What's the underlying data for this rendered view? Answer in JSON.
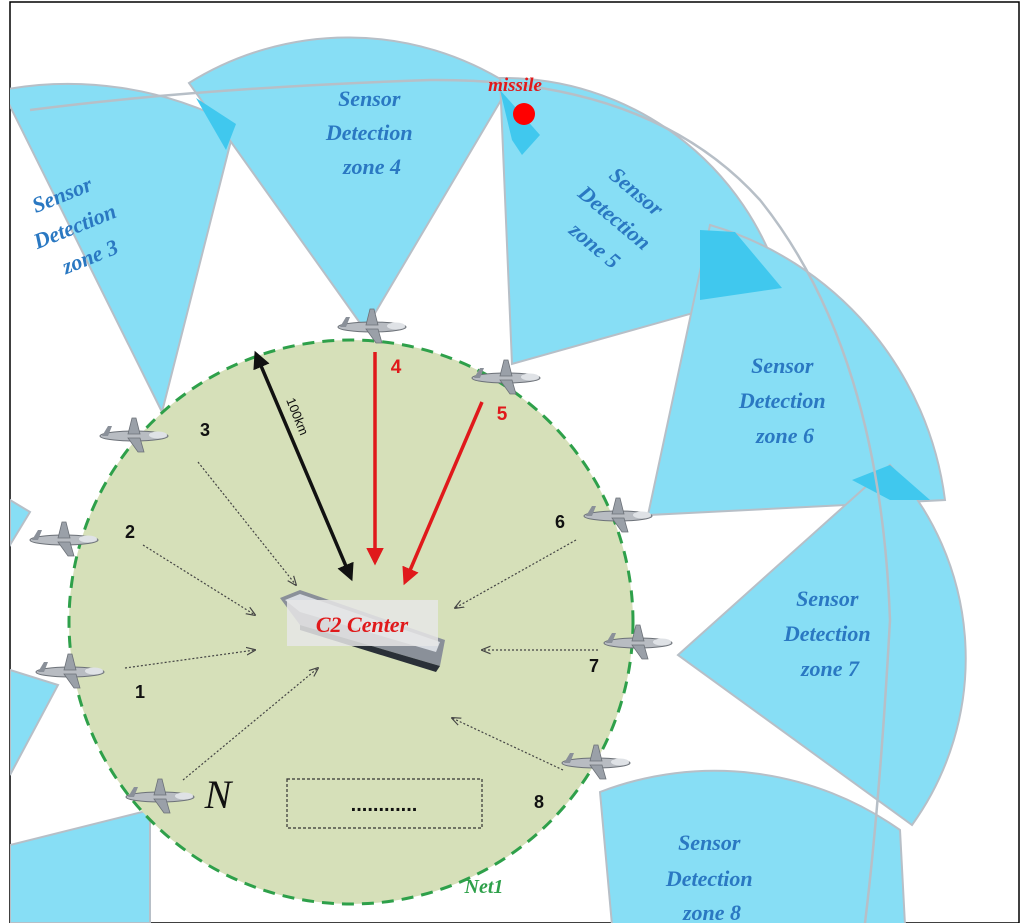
{
  "zones": [
    {
      "lines": [
        "Sensor",
        "Detection",
        "zone 3"
      ]
    },
    {
      "lines": [
        "Sensor",
        "Detection",
        "zone 4"
      ]
    },
    {
      "lines": [
        "Sensor",
        "Detection",
        "zone 5"
      ]
    },
    {
      "lines": [
        "Sensor",
        "Detection",
        "zone 6"
      ]
    },
    {
      "lines": [
        "Sensor",
        "Detection",
        "zone 7"
      ]
    },
    {
      "lines": [
        "Sensor",
        "Detection",
        "zone 8"
      ]
    }
  ],
  "nodes": [
    "1",
    "2",
    "3",
    "4",
    "5",
    "6",
    "7",
    "8",
    "N"
  ],
  "center_label": "C2 Center",
  "missile_label": "missile",
  "range_label": "100km",
  "network_label": "Net1",
  "ellipsis_box": "............",
  "colors": {
    "zone_fill": "#87def5",
    "zone_overlap": "#40c8ee",
    "network_fill": "#d6e0b9",
    "network_border": "#2ea04a",
    "alert": "#e0191b",
    "label_blue": "#2a78c2"
  }
}
